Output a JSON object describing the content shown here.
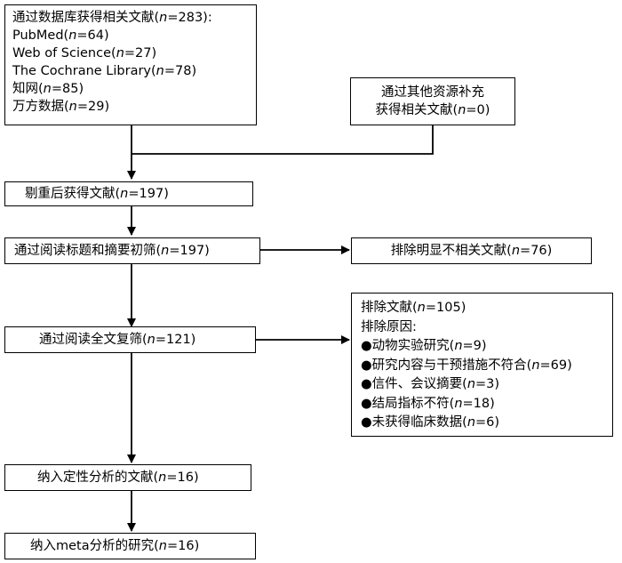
{
  "boxes": {
    "database": {
      "lines": [
        {
          "pre": "通过数据库获得相关文献(",
          "n": "n",
          "post": "=283):"
        },
        {
          "pre": "PubMed(",
          "n": "n",
          "post": "=64)"
        },
        {
          "pre": "Web of Science(",
          "n": "n",
          "post": "=27)"
        },
        {
          "pre": "The Cochrane Library(",
          "n": "n",
          "post": "=78)"
        },
        {
          "pre": "知网(",
          "n": "n",
          "post": "=85)"
        },
        {
          "pre": "万方数据(",
          "n": "n",
          "post": "=29)"
        }
      ]
    },
    "other_sources": {
      "lines": [
        {
          "pre": "通过其他资源补充",
          "n": "",
          "post": ""
        },
        {
          "pre": "获得相关文献(",
          "n": "n",
          "post": "=0)"
        }
      ]
    },
    "dedup": {
      "pre": "剔重后获得文献(",
      "n": "n",
      "post": "=197)"
    },
    "screen_title": {
      "pre": "通过阅读标题和摘要初筛(",
      "n": "n",
      "post": "=197)"
    },
    "exclude_irrelevant": {
      "pre": "排除明显不相关文献(",
      "n": "n",
      "post": "=76)"
    },
    "full_text": {
      "pre": "通过阅读全文复筛(",
      "n": "n",
      "post": "=121)"
    },
    "exclude_fulltext": {
      "lines": [
        {
          "pre": "排除文献(",
          "n": "n",
          "post": "=105)"
        },
        {
          "pre": "排除原因:",
          "n": "",
          "post": ""
        },
        {
          "pre": "●动物实验研究(",
          "n": "n",
          "post": "=9)"
        },
        {
          "pre": "●研究内容与干预措施不符合(",
          "n": "n",
          "post": "=69)"
        },
        {
          "pre": "●信件、会议摘要(",
          "n": "n",
          "post": "=3)"
        },
        {
          "pre": "●结局指标不符(",
          "n": "n",
          "post": "=18)"
        },
        {
          "pre": "●未获得临床数据(",
          "n": "n",
          "post": "=6)"
        }
      ]
    },
    "qualitative": {
      "pre": "纳入定性分析的文献(",
      "n": "n",
      "post": "=16)"
    },
    "meta": {
      "pre": "纳入meta分析的研究(",
      "n": "n",
      "post": "=16)"
    }
  }
}
